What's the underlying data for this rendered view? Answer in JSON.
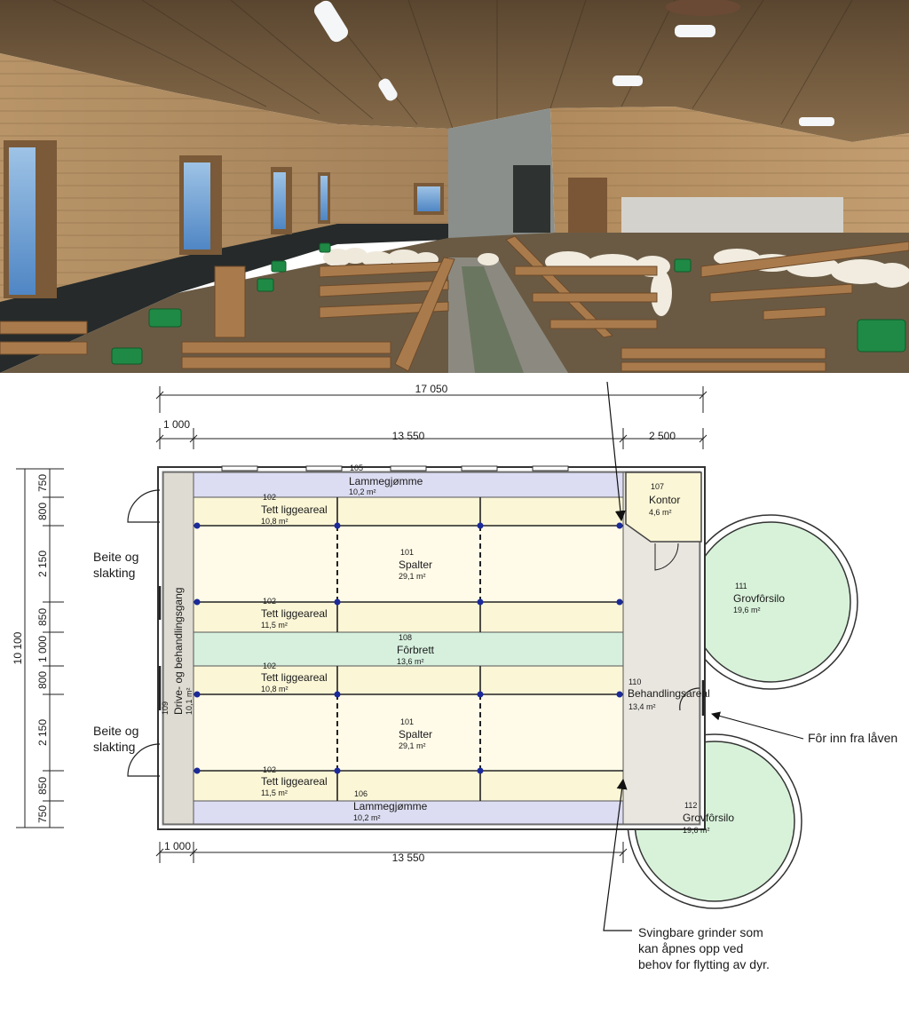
{
  "dimensions": {
    "total_width": "17 050",
    "left_margin": "1 000",
    "main_span": "13 550",
    "right_span": "2 500",
    "bottom_left": "1 000",
    "bottom_span": "13 550",
    "total_height": "10 100",
    "rows": [
      "750",
      "800",
      "2 150",
      "850",
      "1 000",
      "800",
      "2 150",
      "850",
      "750"
    ]
  },
  "rooms": {
    "lamb_top": {
      "number": "105",
      "name": "Lammegjømme",
      "area": "10,2 m²"
    },
    "lie_1": {
      "number": "102",
      "name": "Tett liggeareal",
      "area": "10,8 m²"
    },
    "slats_1": {
      "number": "101",
      "name": "Spalter",
      "area": "29,1 m²"
    },
    "lie_2": {
      "number": "102",
      "name": "Tett liggeareal",
      "area": "11,5 m²"
    },
    "feed": {
      "number": "108",
      "name": "Fôrbrett",
      "area": "13,6 m²"
    },
    "lie_3": {
      "number": "102",
      "name": "Tett liggeareal",
      "area": "10,8 m²"
    },
    "slats_2": {
      "number": "101",
      "name": "Spalter",
      "area": "29,1 m²"
    },
    "lie_4": {
      "number": "102",
      "name": "Tett liggeareal",
      "area": "11,5 m²"
    },
    "lamb_bottom": {
      "number": "106",
      "name": "Lammegjømme",
      "area": "10,2 m²"
    },
    "corridor": {
      "number": "109",
      "name": "Drive- og behandlingsgang",
      "area": "10,1 m²"
    },
    "office": {
      "number": "107",
      "name": "Kontor",
      "area": "4,6 m²"
    },
    "treatment": {
      "number": "110",
      "name": "Behandlingsareal",
      "area": "13,4 m²"
    },
    "silo_1": {
      "number": "111",
      "name": "Grovfôrsilo",
      "area": "19,6 m²"
    },
    "silo_2": {
      "number": "112",
      "name": "Grovfôrsilo",
      "area": "19,6 m²"
    }
  },
  "labels": {
    "exit_top": [
      "Beite og",
      "slakting"
    ],
    "exit_bottom": [
      "Beite og",
      "slakting"
    ],
    "feed_in": "Fôr inn fra låven",
    "gates_note": [
      "Svingbare grinder som",
      "kan åpnes opp ved",
      "behov for flytting av dyr."
    ]
  },
  "colors": {
    "lamb_pen": "#dcdcf2",
    "lying_area": "#fbf6d6",
    "slats": "#fffbe8",
    "feed_table": "#d6f0dd",
    "corridor": "#dedbd2",
    "office": "#fbf6d6",
    "treatment": "#e9e6df",
    "silo": "#d8f2da"
  }
}
